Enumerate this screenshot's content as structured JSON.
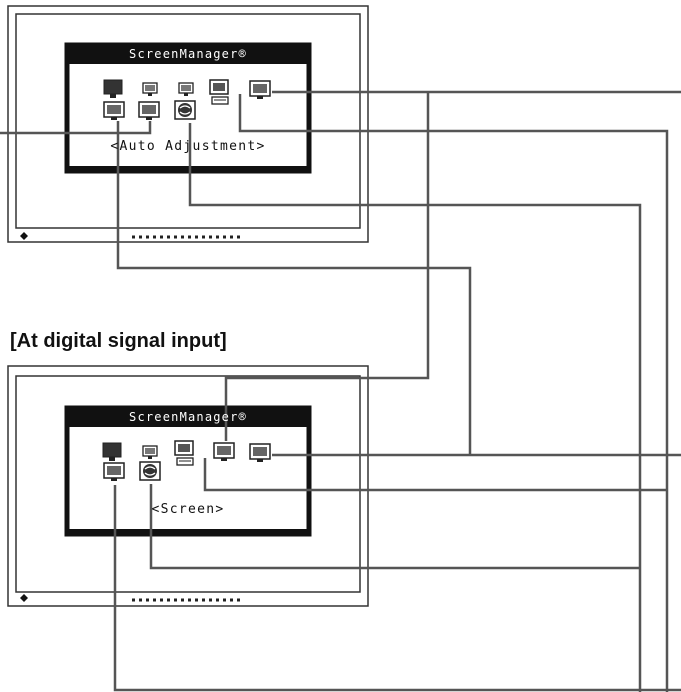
{
  "section_label": "[At digital signal input]",
  "monitor_top": {
    "osd_title": "ScreenManager®",
    "osd_caption": "<Auto Adjustment>"
  },
  "monitor_bottom": {
    "osd_title": "ScreenManager®",
    "osd_caption": "<Screen>"
  }
}
